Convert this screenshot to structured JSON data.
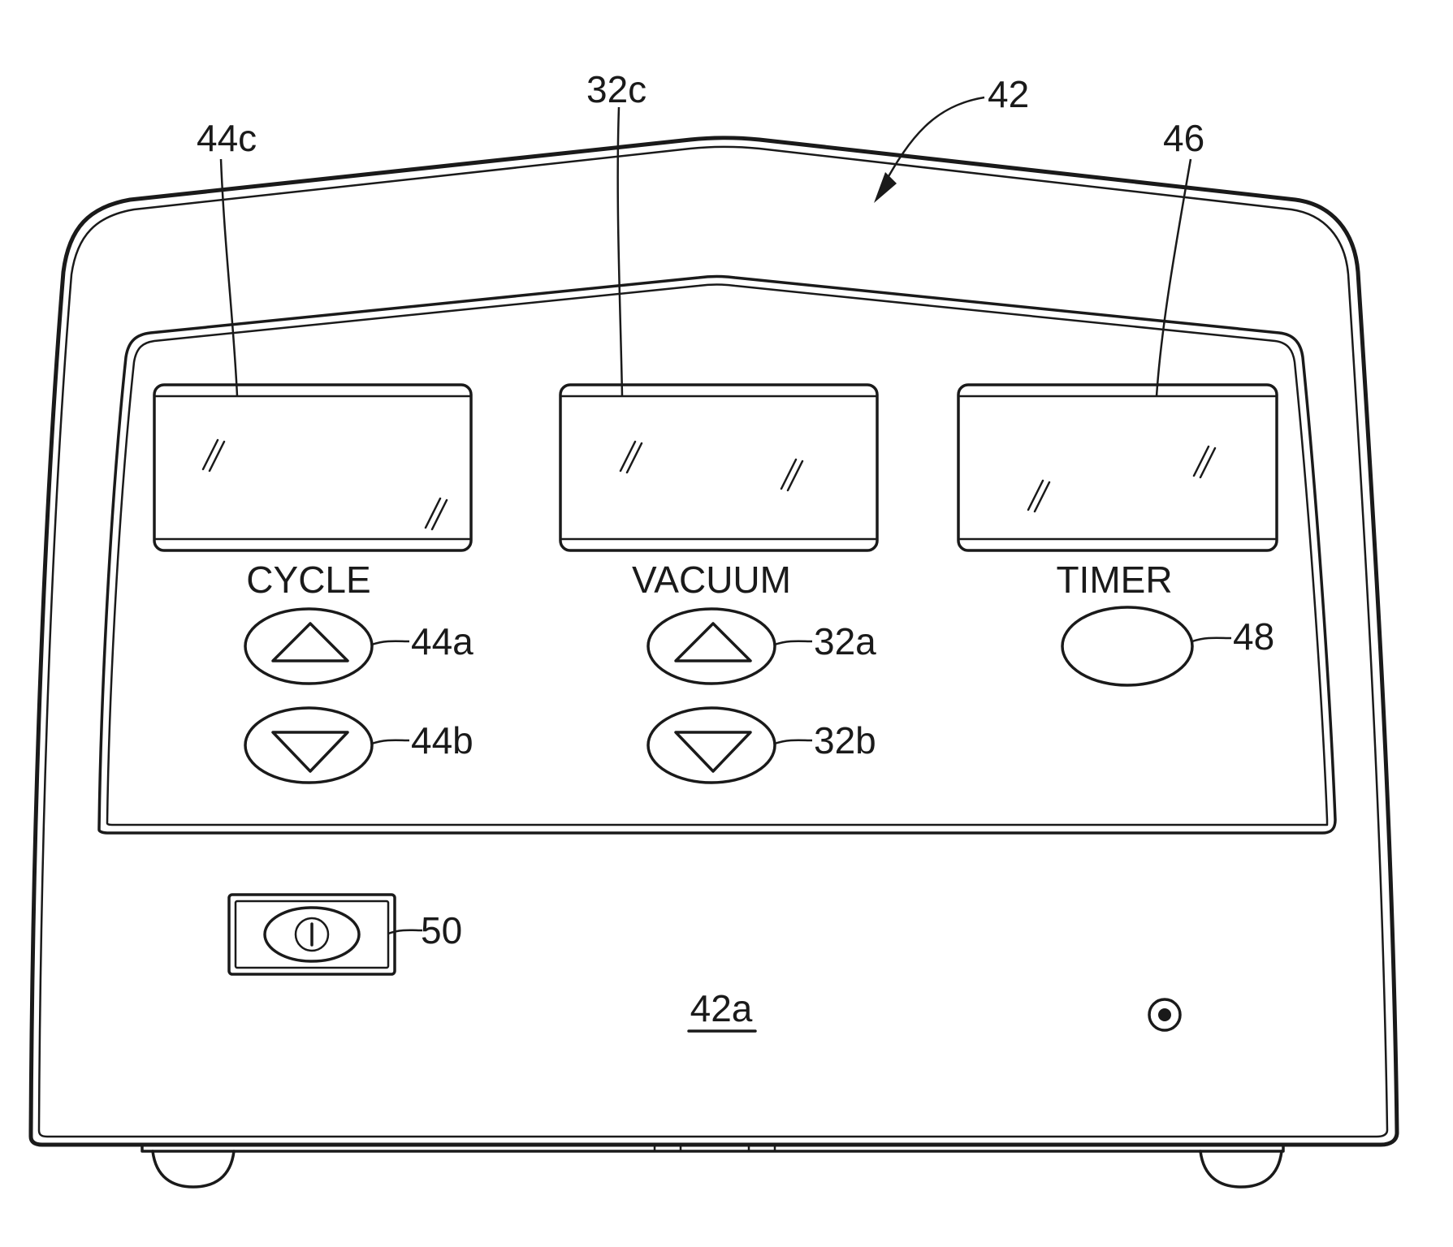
{
  "figure": {
    "reference_numerals": {
      "device": "42",
      "front_face": "42a",
      "cycle_display": "44c",
      "cycle_up": "44a",
      "cycle_down": "44b",
      "vacuum_display": "32c",
      "vacuum_up": "32a",
      "vacuum_down": "32b",
      "timer_display": "46",
      "timer_button": "48",
      "power_switch": "50"
    },
    "panel_labels": {
      "cycle": "CYCLE",
      "vacuum": "VACUUM",
      "timer": "TIMER"
    },
    "icons": {
      "up_button": "triangle-up-icon",
      "down_button": "triangle-down-icon",
      "power": "power-icon",
      "indicator": "indicator-light-icon",
      "glare": "glass-glare-icon"
    },
    "colors": {
      "ink": "#1a1a1a",
      "paper": "#ffffff"
    }
  }
}
